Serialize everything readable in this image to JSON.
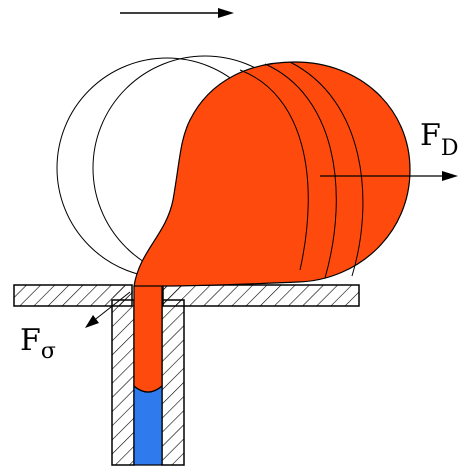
{
  "labels": {
    "drag_force_main": "F",
    "drag_force_sub": "D",
    "surface_tension_main": "F",
    "surface_tension_sub": "σ"
  },
  "colors": {
    "drop_fill": "#FF4A0E",
    "liquid_blue": "#2F7BEE",
    "stroke": "#000000",
    "outline_bubbles": "#ffffff"
  }
}
